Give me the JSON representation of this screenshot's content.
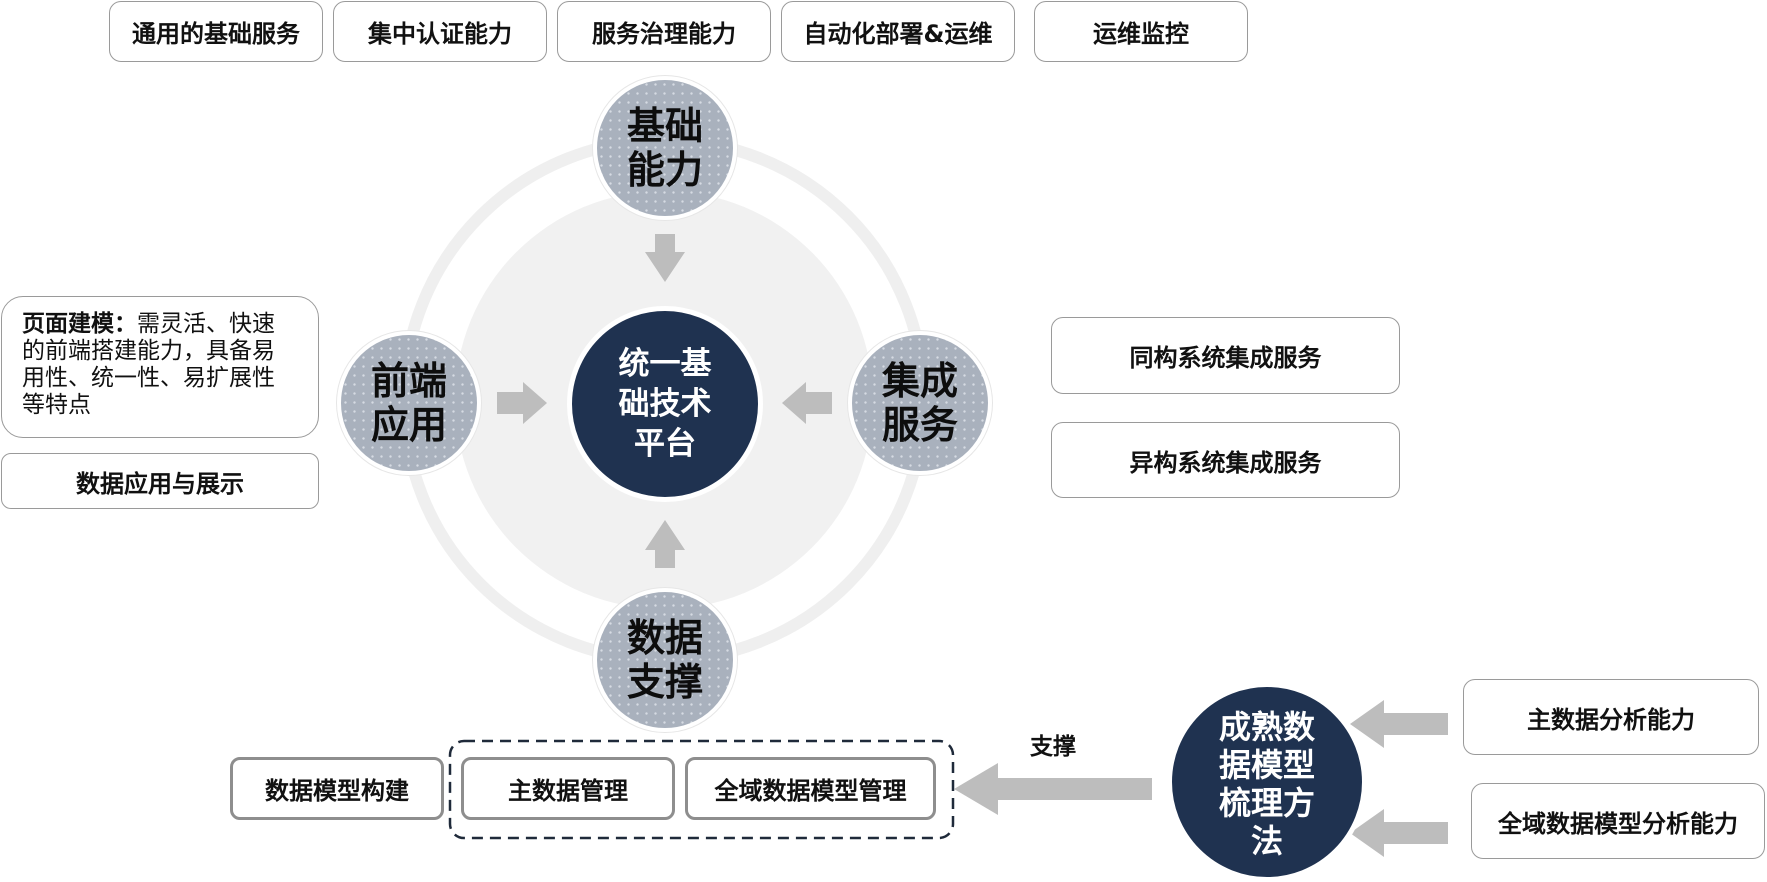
{
  "top_boxes": [
    "通用的基础服务",
    "集中认证能力",
    "服务治理能力",
    "自动化部署&运维",
    "运维监控"
  ],
  "center": {
    "label": "统一基\n础技术\n平台"
  },
  "nodes": {
    "top": "基础\n能力",
    "left": "前端\n应用",
    "right": "集成\n服务",
    "bottom": "数据\n支撑"
  },
  "left_panel": {
    "title": "页面建模：",
    "text": "需灵活、快速的前端搭建能力，具备易用性、统一性、易扩展性等特点",
    "app_box": "数据应用与展示"
  },
  "right_boxes": [
    "同构系统集成服务",
    "异构系统集成服务"
  ],
  "bottom_boxes": {
    "model_build": "数据模型构建",
    "master_data": "主数据管理",
    "global_model": "全域数据模型管理"
  },
  "support_label": "支撑",
  "method_circle": "成熟数\n据模型\n梳理方\n法",
  "capability_boxes": [
    "主数据分析能力",
    "全域数据模型分析能力"
  ],
  "colors": {
    "navy": "#1f3250",
    "grey_circle": "#a9b1bd",
    "arrow": "#bdbdbd",
    "ring": "#efefef"
  }
}
